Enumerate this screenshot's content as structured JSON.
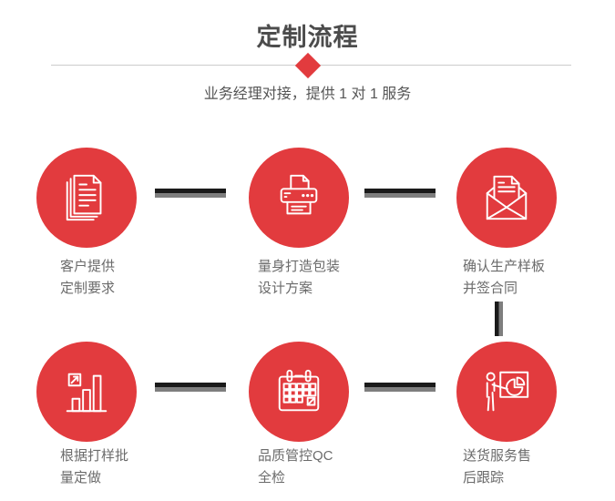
{
  "header": {
    "title": "定制流程",
    "subtitle": "业务经理对接，提供 1 对 1 服务"
  },
  "steps": [
    {
      "icon": "documents-icon",
      "line1": "客户提供",
      "line2": "定制要求"
    },
    {
      "icon": "printer-icon",
      "line1": "量身打造包装",
      "line2": "设计方案"
    },
    {
      "icon": "envelope-icon",
      "line1": "确认生产样板",
      "line2": "并签合同"
    },
    {
      "icon": "bar-chart-icon",
      "line1": "根据打样批",
      "line2": "量定做"
    },
    {
      "icon": "calendar-icon",
      "line1": "品质管控QC",
      "line2": "全检"
    },
    {
      "icon": "presenter-icon",
      "line1": "送货服务售",
      "line2": "后跟踪"
    }
  ],
  "colors": {
    "accent_red": "#e23b3e",
    "title_gray": "#4c4c4c",
    "subtitle_gray": "#555555",
    "label_gray": "#6b6b6b",
    "divider_gray": "#cccccc",
    "connector_black": "#1a1a1a",
    "connector_gray": "#7e7e7e",
    "icon_stroke": "#ffffff"
  }
}
